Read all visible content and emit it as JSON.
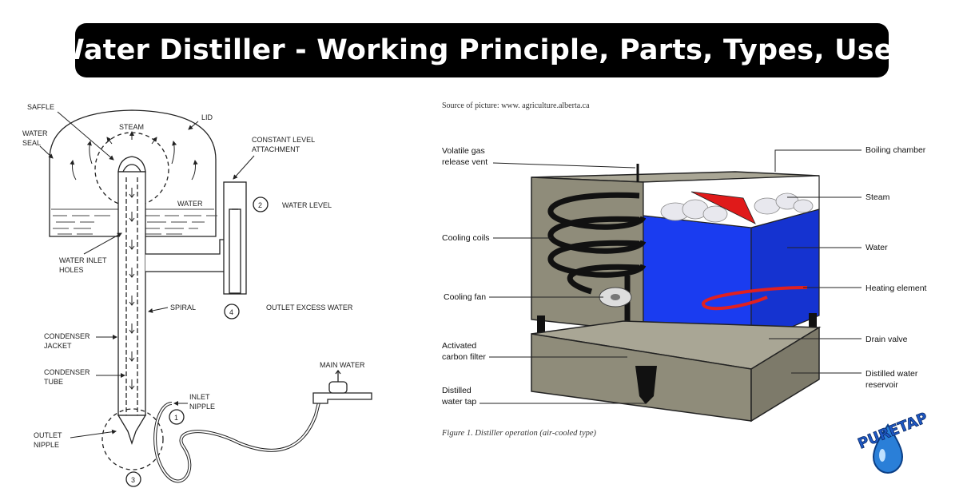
{
  "title": "Water Distiller - Working Principle, Parts, Types, Uses",
  "left_diagram": {
    "labels": {
      "saffle": "SAFFLE",
      "steam": "STEAM",
      "lid": "LID",
      "water_seal_1": "WATER",
      "water_seal_2": "SEAL",
      "constant_level_1": "CONSTANT LEVEL",
      "constant_level_2": "ATTACHMENT",
      "water": "WATER",
      "water_level": "WATER LEVEL",
      "water_inlet_1": "WATER INLET",
      "water_inlet_2": "HOLES",
      "spiral": "SPIRAL",
      "outlet_excess": "OUTLET EXCESS WATER",
      "condenser_jacket_1": "CONDENSER",
      "condenser_jacket_2": "JACKET",
      "condenser_tube_1": "CONDENSER",
      "condenser_tube_2": "TUBE",
      "main_water": "MAIN WATER",
      "inlet_nipple_1": "INLET",
      "inlet_nipple_2": "NIPPLE",
      "outlet_nipple_1": "OUTLET",
      "outlet_nipple_2": "NIPPLE"
    },
    "markers": [
      "1",
      "2",
      "3",
      "4"
    ]
  },
  "right_diagram": {
    "source": "Source of picture: www. agriculture.alberta.ca",
    "caption": "Figure 1. Distiller operation (air-cooled type)",
    "left_labels": {
      "volatile_1": "Volatile gas",
      "volatile_2": "release vent",
      "cooling_coils": "Cooling coils",
      "cooling_fan": "Cooling fan",
      "carbon_1": "Activated",
      "carbon_2": "carbon filter",
      "tap_1": "Distilled",
      "tap_2": "water tap"
    },
    "right_labels": {
      "boiling": "Boiling chamber",
      "steam": "Steam",
      "water": "Water",
      "heating": "Heating element",
      "drain": "Drain valve",
      "reservoir_1": "Distilled water",
      "reservoir_2": "reservoir"
    },
    "colors": {
      "water": "#1a3cf0",
      "housing": "#8f8c7a",
      "heating": "#e02020",
      "steam_flame": "#e01a1a"
    }
  },
  "logo": {
    "text": "PURETAP"
  }
}
